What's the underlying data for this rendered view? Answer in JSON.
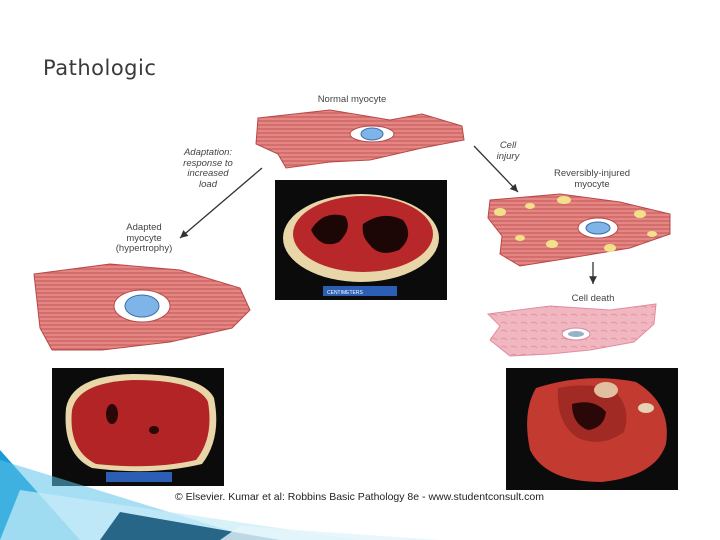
{
  "slide": {
    "title": "Pathologic"
  },
  "figure": {
    "labels": {
      "normal_myocyte": "Normal myocyte",
      "adaptation_line1": "Adaptation:",
      "adaptation_line2": "response to",
      "adaptation_line3": "increased",
      "adaptation_line4": "load",
      "cell_injury_line1": "Cell",
      "cell_injury_line2": "injury",
      "adapted_line1": "Adapted",
      "adapted_line2": "myocyte",
      "adapted_line3": "(hypertrophy)",
      "reversibly_line1": "Reversibly-injured",
      "reversibly_line2": "myocyte",
      "cell_death": "Cell death"
    },
    "photo_centre_scale": "CENTIMETERS",
    "credit": "© Elsevier. Kumar et al: Robbins Basic Pathology 8e - www.studentconsult.com"
  },
  "colors": {
    "muscle": "#e07a78",
    "muscle_dark": "#b84848",
    "nucleus": "#7fb4e8",
    "fat": "#f2e08a",
    "dead_tissue": "#f1b7c0",
    "heart_tissue": "#b8282a",
    "accent": "#1a9bd7"
  }
}
